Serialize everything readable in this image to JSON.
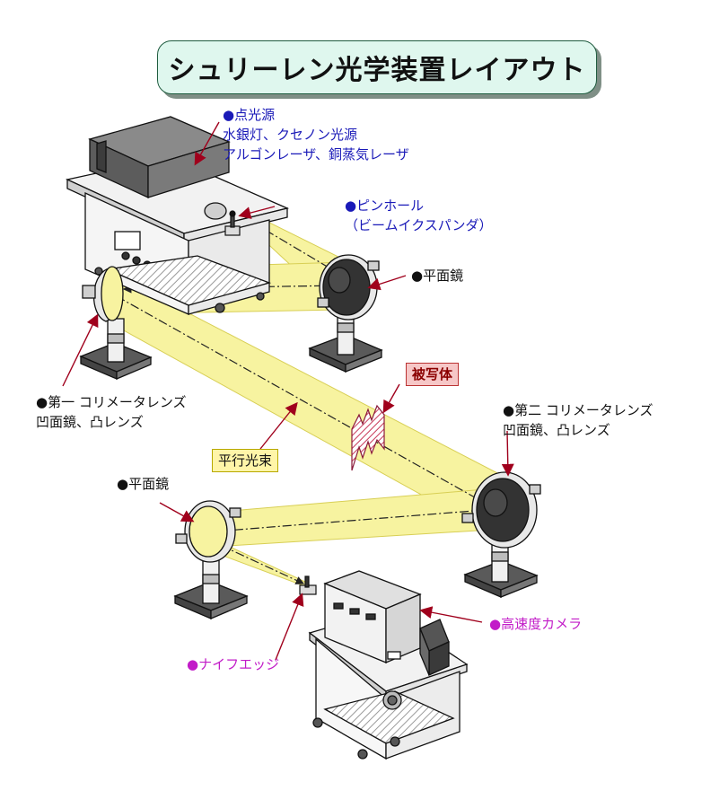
{
  "title": "シュリーレン光学装置レイアウト",
  "labels": {
    "point_source": [
      "●点光源",
      "水銀灯、クセノン光源",
      "アルゴンレーザ、銅蒸気レーザ"
    ],
    "pinhole": [
      "●ピンホール",
      "（ビームイクスパンダ）"
    ],
    "flat_mirror_1": "●平面鏡",
    "collimator_1": [
      "●第一 コリメータレンズ",
      "凹面鏡、凸レンズ"
    ],
    "collimator_2": [
      "●第二 コリメータレンズ",
      "凹面鏡、凸レンズ"
    ],
    "subject": "被写体",
    "parallel_beam": "平行光束",
    "flat_mirror_2": "●平面鏡",
    "high_speed_camera": "●高速度カメラ",
    "knife_edge": "●ナイフエッジ"
  },
  "colors": {
    "beam": "#f7f3a0",
    "beam_edge": "#d8cf55",
    "label_blue": "#1a1ab8",
    "label_magenta": "#c21cc8",
    "pointer_red": "#a0001c",
    "title_bg": "#dff7ee"
  },
  "icons": [
    "light-source-icon",
    "pinhole-icon",
    "mirror-icon",
    "camera-icon",
    "knife-edge-icon",
    "subject-icon"
  ]
}
